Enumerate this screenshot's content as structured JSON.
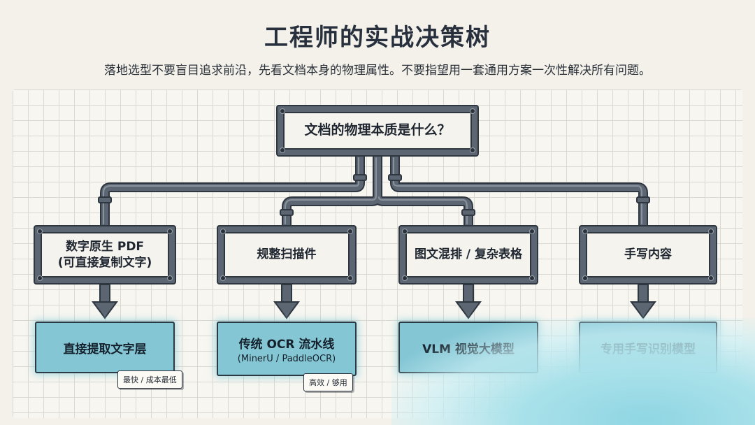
{
  "title": "工程师的实战决策树",
  "subtitle": "落地选型不要盲目追求前沿，先看文档本身的物理属性。不要指望用一套通用方案一次性解决所有问题。",
  "root": {
    "label": "文档的物理本质是什么？"
  },
  "branches": [
    {
      "category": {
        "line1": "数字原生 PDF",
        "line2": "(可直接复制文字)"
      },
      "result": {
        "label": "直接提取文字层",
        "sub": ""
      },
      "tag": "最快 / 成本最低"
    },
    {
      "category": {
        "line1": "规整扫描件",
        "line2": ""
      },
      "result": {
        "label": "传统 OCR 流水线",
        "sub": "(MinerU / PaddleOCR)"
      },
      "tag": "高效 / 够用"
    },
    {
      "category": {
        "line1": "图文混排 / 复杂表格",
        "line2": ""
      },
      "result": {
        "label": "VLM 视觉大模型",
        "sub": ""
      },
      "tag": ""
    },
    {
      "category": {
        "line1": "手写内容",
        "line2": ""
      },
      "result": {
        "label": "专用手写识别模型",
        "sub": ""
      },
      "tag": ""
    }
  ],
  "colors": {
    "pipe": "#5c6672",
    "pipe_outline": "#2e3640",
    "result_fill": "#84c6d4",
    "background": "#f3f1ea"
  }
}
